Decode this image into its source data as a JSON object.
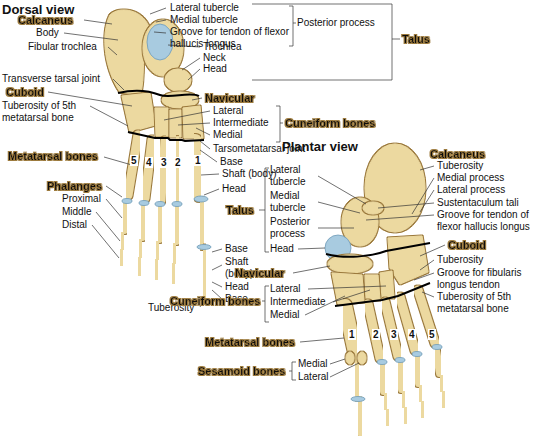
{
  "diagram": {
    "labels": [
      "Dorsal view",
      "Calcaneus",
      "Body",
      "Fibular trochlea",
      "Lateral tubercle",
      "Medial tubercle",
      "Groove for tendon of flexor hallucis longus",
      "Posterior process",
      "Talus",
      "Trochlea",
      "Neck",
      "Head",
      "Transverse tarsal joint",
      "Cuboid",
      "Navicular",
      "Tuberosity of 5th metatarsal bone",
      "Lateral",
      "Intermediate",
      "Medial",
      "Cuneiform bones",
      "Tarsometatarsal joint",
      "Base",
      "Metatarsal bones",
      "5",
      "4",
      "3",
      "2",
      "1",
      "Shaft (body)",
      "Head",
      "Phalanges",
      "Proximal",
      "Middle",
      "Distal",
      "Base",
      "Shaft (body)",
      "Head",
      "Base",
      "Tuberosity",
      "Plantar view",
      "Calcaneus",
      "Tuberosity",
      "Medial process",
      "Lateral process",
      "Sustentaculum tali",
      "Groove for tendon of flexor hallucis longus",
      "Talus",
      "Lateral tubercle",
      "Medial tubercle",
      "Posterior process",
      "Head",
      "Cuboid",
      "Tuberosity",
      "Groove for fibularis longus tendon",
      "Tuberosity of 5th metatarsal bone",
      "Navicular",
      "Cuneiform bones",
      "Lateral",
      "Intermediate",
      "Medial",
      "Metatarsal bones",
      "1",
      "2",
      "3",
      "4",
      "5",
      "Sesamoid bones",
      "Medial",
      "Lateral"
    ]
  }
}
